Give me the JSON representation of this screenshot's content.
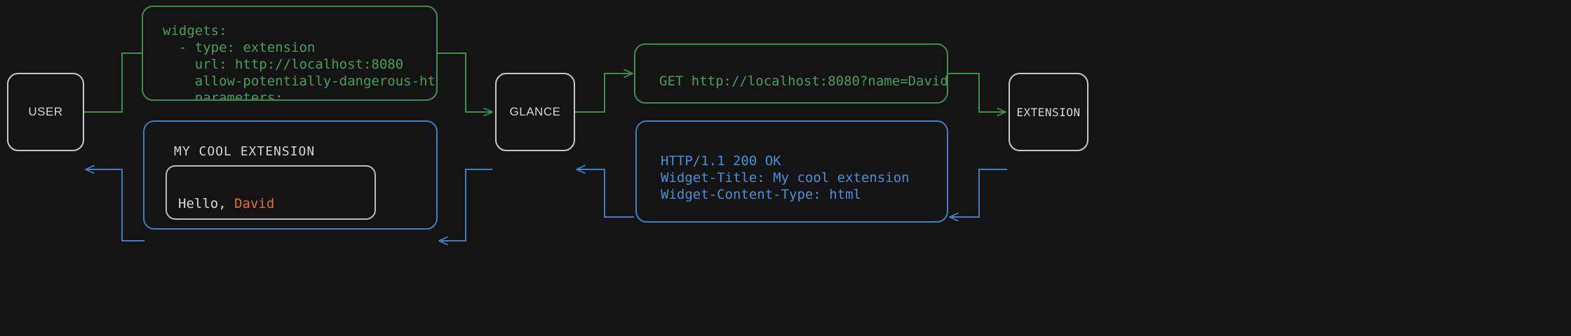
{
  "theme": {
    "background": "#141414",
    "node_border": "#c9c9c9",
    "node_text": "#d8d8d8",
    "request_color": "#4a9e5c",
    "request_border": "#3f8f4f",
    "response_color": "#4a90d9",
    "response_border": "#3d7fc1",
    "widget_border": "#bdbdbd",
    "widget_text": "#dcdcdc",
    "accent": "#e8702a"
  },
  "nodes": {
    "user": {
      "label": "USER"
    },
    "glance": {
      "label": "GLANCE"
    },
    "extension": {
      "label": "EXTENSION"
    }
  },
  "panels": {
    "config": {
      "kind": "request",
      "text": "widgets:\n  - type: extension\n    url: http://localhost:8080\n    allow-potentially-dangerous-html: true\n    parameters:\n      name: David"
    },
    "request": {
      "kind": "request",
      "text": "GET http://localhost:8080?name=David"
    },
    "response": {
      "kind": "response",
      "text": "HTTP/1.1 200 OK\nWidget-Title: My cool extension\nWidget-Content-Type: html\n\nHello, <span class=\"color-primary\">David</span>"
    },
    "rendered": {
      "kind": "response",
      "title": "MY COOL EXTENSION",
      "body_prefix": "Hello, ",
      "body_accent": "David"
    }
  }
}
